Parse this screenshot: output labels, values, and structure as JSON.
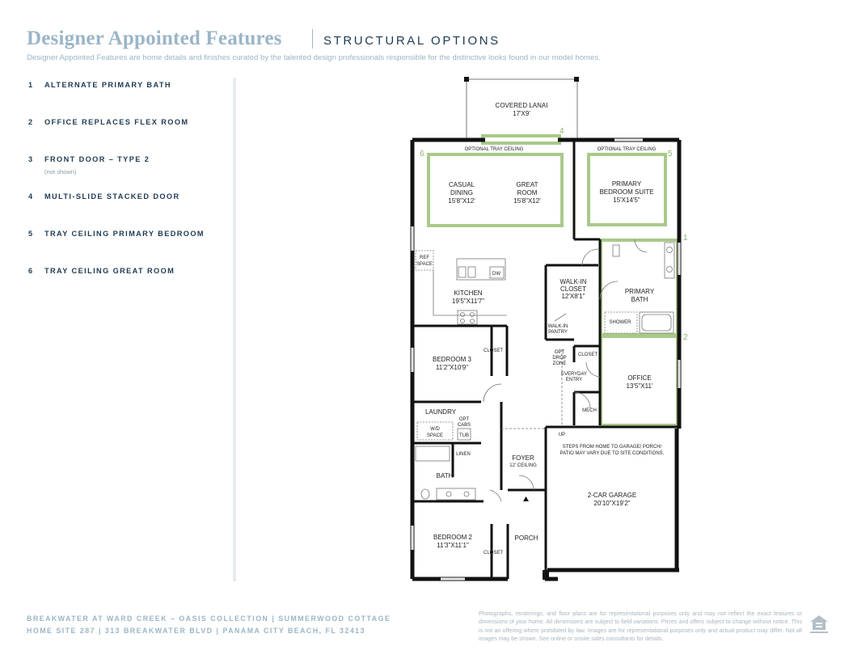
{
  "header": {
    "title": "Designer Appointed Features",
    "section": "STRUCTURAL OPTIONS",
    "subtitle": "Designer Appointed Features are home details and finishes curated by the talented design professionals responsible for the distinctive looks found in our model homes."
  },
  "features": [
    {
      "num": "1",
      "label": "ALTERNATE PRIMARY BATH",
      "note": ""
    },
    {
      "num": "2",
      "label": "OFFICE REPLACES FLEX ROOM",
      "note": ""
    },
    {
      "num": "3",
      "label": "FRONT DOOR – TYPE 2",
      "note": "(not shown)"
    },
    {
      "num": "4",
      "label": "MULTI-SLIDE STACKED DOOR",
      "note": ""
    },
    {
      "num": "5",
      "label": "TRAY CEILING PRIMARY BEDROOM",
      "note": ""
    },
    {
      "num": "6",
      "label": "TRAY CEILING GREAT ROOM",
      "note": ""
    }
  ],
  "floorplan": {
    "rooms": {
      "lanai": {
        "name": "COVERED LANAI",
        "dim": "17'X9'"
      },
      "casual_dining": {
        "name1": "CASUAL",
        "name2": "DINING",
        "dim": "15'8\"X12'"
      },
      "great_room": {
        "name1": "GREAT",
        "name2": "ROOM",
        "dim": "15'8\"X12'"
      },
      "primary_suite": {
        "name1": "PRIMARY",
        "name2": "BEDROOM SUITE",
        "dim": "15'X14'5\""
      },
      "kitchen": {
        "name": "KITCHEN",
        "dim": "19'5\"X11'7\""
      },
      "walk_in_closet": {
        "name1": "WALK-IN",
        "name2": "CLOSET",
        "dim": "12'X8'1\""
      },
      "primary_bath": {
        "name1": "PRIMARY",
        "name2": "BATH"
      },
      "bedroom3": {
        "name": "BEDROOM 3",
        "dim": "11'2\"X10'9\""
      },
      "office": {
        "name": "OFFICE",
        "dim": "13'5\"X11'"
      },
      "laundry": {
        "name": "LAUNDRY"
      },
      "bath": {
        "name": "BATH"
      },
      "foyer": {
        "name": "FOYER",
        "note": "12' CEILING"
      },
      "garage": {
        "name": "2-CAR GARAGE",
        "dim": "20'10\"X19'2\""
      },
      "bedroom2": {
        "name": "BEDROOM 2",
        "dim": "11'3\"X11'1\""
      },
      "porch": {
        "name": "PORCH"
      }
    },
    "labels": {
      "tray_left": "OPTIONAL TRAY CEILING",
      "tray_right": "OPTIONAL TRAY CEILING",
      "ref1": "REF",
      "ref2": "SPACE",
      "dw": "DW",
      "shower": "SHOWER",
      "walk_in1": "WALK-IN",
      "walk_in2": "PANTRY",
      "closet_bed3": "CLOSET",
      "closet_entry": "CLOSET",
      "opt1": "OPT",
      "opt2": "DROP",
      "opt3": "ZONE",
      "everyday1": "EVERYDAY",
      "everyday2": "ENTRY",
      "mech": "MECH",
      "up": "UP",
      "steps1": "STEPS FROM HOME TO GARAGE/ PORCH/",
      "steps2": "PATIO MAY VARY DUE TO SITE CONDITIONS.",
      "wd1": "W/D",
      "wd2": "SPACE",
      "opt_cabs1": "OPT",
      "opt_cabs2": "CABS",
      "tub": "TUB",
      "linen": "LINEN",
      "closet_bed2": "CLOSET"
    },
    "option_markers": [
      "1",
      "2",
      "4",
      "5",
      "6"
    ],
    "highlight_color": "#a9c98a"
  },
  "footer": {
    "line1": "BREAKWATER AT WARD CREEK – OASIS COLLECTION  |  SUMMERWOOD COTTAGE",
    "line2": "HOME SITE 287  |  313 BREAKWATER BLVD  |  PANAMA CITY BEACH, FL 32413",
    "disclaimer": "Photographs, renderings, and floor plans are for representational purposes only and may not reflect the exact features or dimensions of your home. All dimensions are subject to field variations. Prices and offers subject to change without notice. This is not an offering where prohibited by law. Images are for representational purposes only and actual product may differ. Not all images may be shown. See online or onsite sales consultants for details."
  },
  "colors": {
    "title": "#9bb5c7",
    "text_dark": "#1f3a52",
    "highlight": "#a9c98a",
    "wall": "#111111"
  },
  "icons": {
    "equal_housing": "equal-housing-icon"
  }
}
